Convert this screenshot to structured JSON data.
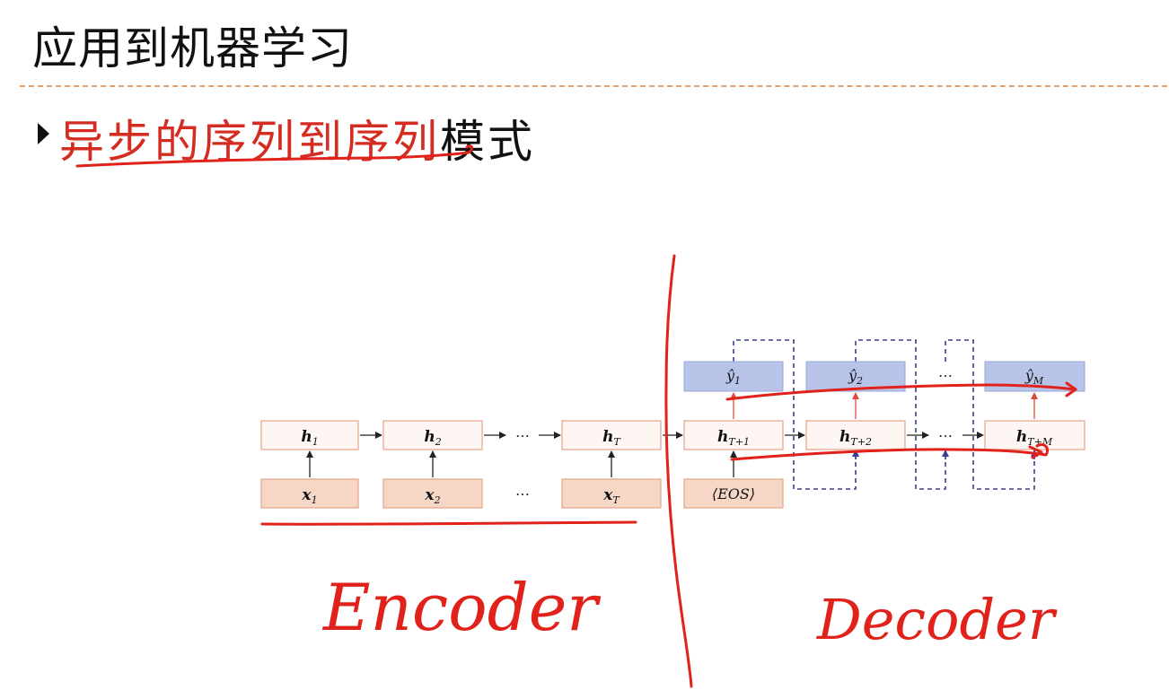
{
  "slide": {
    "title": "应用到机器学习",
    "bullet_highlight": "异步的序列到序列",
    "bullet_rest": "模式"
  },
  "diagram": {
    "encoder": {
      "hidden": [
        {
          "base": "h",
          "sub": "1"
        },
        {
          "base": "h",
          "sub": "2"
        },
        {
          "base": "h",
          "sub": "T"
        }
      ],
      "inputs": [
        {
          "base": "x",
          "sub": "1"
        },
        {
          "base": "x",
          "sub": "2"
        },
        {
          "base": "x",
          "sub": "T"
        }
      ],
      "ellipsis": "⋯"
    },
    "decoder": {
      "hidden": [
        {
          "base": "h",
          "sub": "T+1"
        },
        {
          "base": "h",
          "sub": "T+2"
        },
        {
          "base": "h",
          "sub": "T+M"
        }
      ],
      "outputs": [
        {
          "base": "ŷ",
          "sub": "1"
        },
        {
          "base": "ŷ",
          "sub": "2"
        },
        {
          "base": "ŷ",
          "sub": "M"
        }
      ],
      "start_token": "⟨EOS⟩",
      "ellipsis": "⋯"
    },
    "colors": {
      "hidden_fill": "#fdf6f3",
      "hidden_border": "#e6a487",
      "input_fill": "#f6d7c6",
      "output_fill": "#b7c4e8",
      "dashed": "#3c3f8f",
      "ink": "#e0221b"
    }
  },
  "annotations": {
    "left": "Encoder",
    "right": "Decoder"
  }
}
